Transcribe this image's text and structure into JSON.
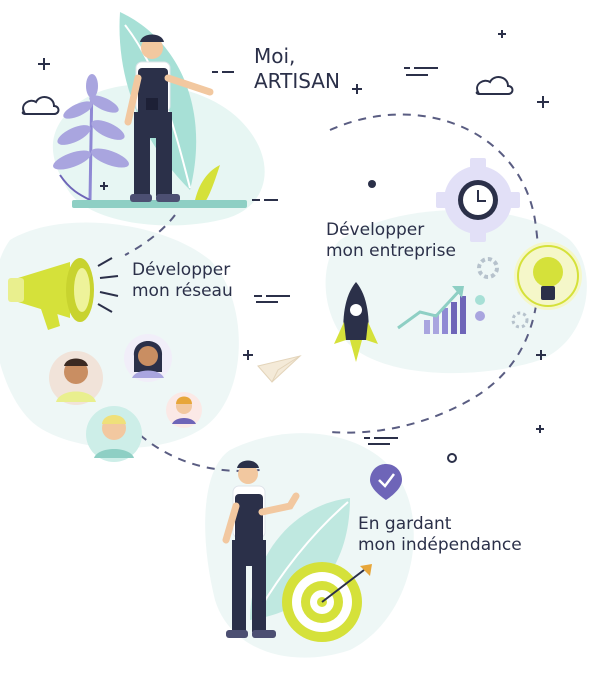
{
  "intro": {
    "line1": "Moi,",
    "line2": "ARTISAN"
  },
  "network": {
    "line1": "Développer",
    "line2": "mon réseau"
  },
  "company": {
    "line1": "Développer",
    "line2": "mon entreprise"
  },
  "independence": {
    "line1": "En gardant",
    "line2": "mon indépendance"
  },
  "colors": {
    "navy": "#2b3049",
    "mint": "#cfeee8",
    "teal": "#8ecfc4",
    "lime": "#d5e13a",
    "lavender": "#a9a5df",
    "purple": "#6e65b8",
    "skin": "#f2c8a0"
  },
  "icons": [
    "megaphone-icon",
    "rocket-icon",
    "gear-icon",
    "clock-icon",
    "lightbulb-icon",
    "bar-chart-icon",
    "paper-plane-icon",
    "check-badge-icon",
    "target-icon",
    "cloud-icon",
    "sparkle-icon"
  ]
}
